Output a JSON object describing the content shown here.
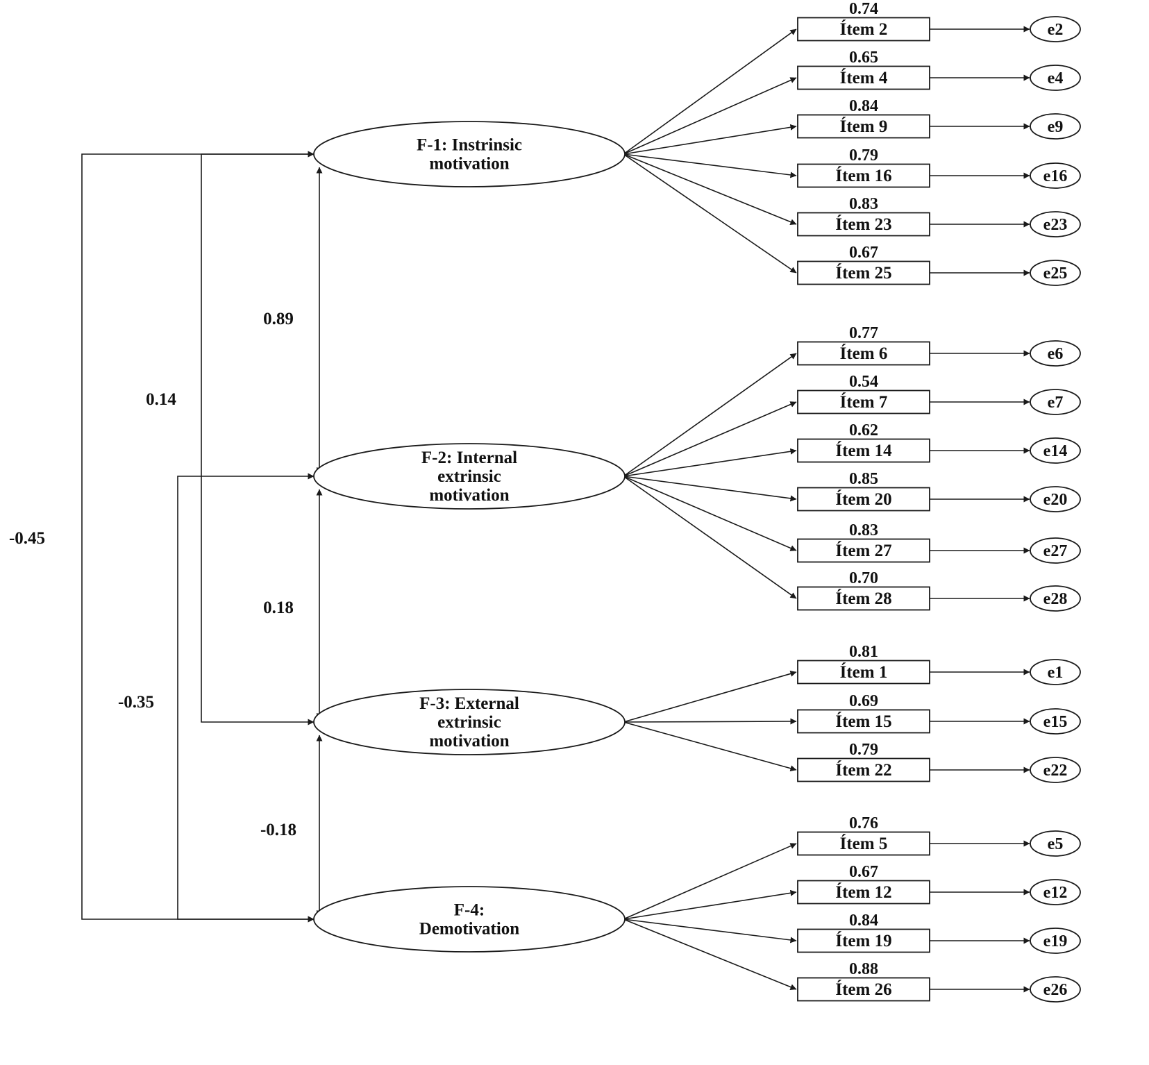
{
  "factors": [
    {
      "id": "f1",
      "lines": [
        "F-1: Instrinsic",
        "motivation"
      ]
    },
    {
      "id": "f2",
      "lines": [
        "F-2: Internal",
        "extrinsic",
        "motivation"
      ]
    },
    {
      "id": "f3",
      "lines": [
        "F-3: External",
        "extrinsic",
        "motivation"
      ]
    },
    {
      "id": "f4",
      "lines": [
        "F-4:",
        "Demotivation"
      ]
    }
  ],
  "items": [
    {
      "factor": "f1",
      "label": "Ítem 2",
      "loading": "0.74",
      "error": "e2"
    },
    {
      "factor": "f1",
      "label": "Ítem 4",
      "loading": "0.65",
      "error": "e4"
    },
    {
      "factor": "f1",
      "label": "Ítem 9",
      "loading": "0.84",
      "error": "e9"
    },
    {
      "factor": "f1",
      "label": "Ítem 16",
      "loading": "0.79",
      "error": "e16"
    },
    {
      "factor": "f1",
      "label": "Ítem 23",
      "loading": "0.83",
      "error": "e23"
    },
    {
      "factor": "f1",
      "label": "Ítem 25",
      "loading": "0.67",
      "error": "e25"
    },
    {
      "factor": "f2",
      "label": "Ítem 6",
      "loading": "0.77",
      "error": "e6"
    },
    {
      "factor": "f2",
      "label": "Ítem 7",
      "loading": "0.54",
      "error": "e7"
    },
    {
      "factor": "f2",
      "label": "Ítem 14",
      "loading": "0.62",
      "error": "e14"
    },
    {
      "factor": "f2",
      "label": "Ítem 20",
      "loading": "0.85",
      "error": "e20"
    },
    {
      "factor": "f2",
      "label": "Ítem 27",
      "loading": "0.83",
      "error": "e27"
    },
    {
      "factor": "f2",
      "label": "Ítem 28",
      "loading": "0.70",
      "error": "e28"
    },
    {
      "factor": "f3",
      "label": "Ítem 1",
      "loading": "0.81",
      "error": "e1"
    },
    {
      "factor": "f3",
      "label": "Ítem 15",
      "loading": "0.69",
      "error": "e15"
    },
    {
      "factor": "f3",
      "label": "Ítem 22",
      "loading": "0.79",
      "error": "e22"
    },
    {
      "factor": "f4",
      "label": "Ítem 5",
      "loading": "0.76",
      "error": "e5"
    },
    {
      "factor": "f4",
      "label": "Ítem 12",
      "loading": "0.67",
      "error": "e12"
    },
    {
      "factor": "f4",
      "label": "Ítem 19",
      "loading": "0.84",
      "error": "e19"
    },
    {
      "factor": "f4",
      "label": "Ítem 26",
      "loading": "0.88",
      "error": "e26"
    }
  ],
  "correlations": [
    {
      "from": "f1",
      "to": "f2",
      "value": "0.89"
    },
    {
      "from": "f2",
      "to": "f3",
      "value": "0.18"
    },
    {
      "from": "f3",
      "to": "f4",
      "value": "-0.18"
    },
    {
      "from": "f1",
      "to": "f3",
      "value": "0.14"
    },
    {
      "from": "f2",
      "to": "f4",
      "value": "-0.35"
    },
    {
      "from": "f1",
      "to": "f4",
      "value": "-0.45"
    }
  ]
}
